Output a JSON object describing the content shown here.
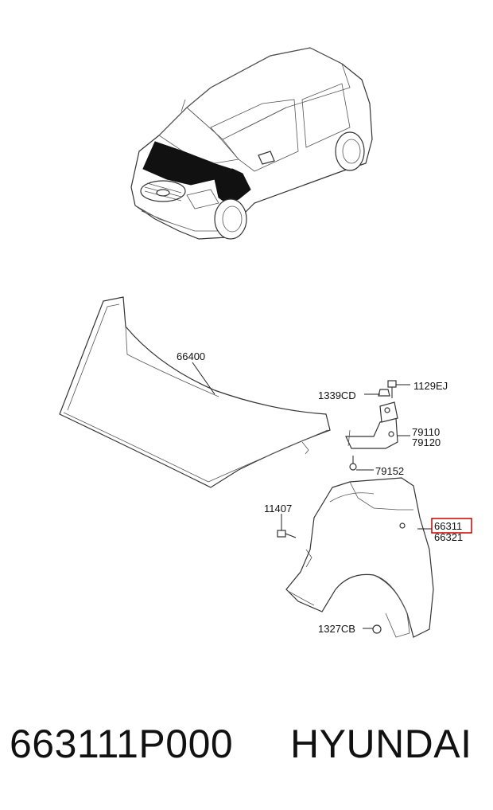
{
  "labels": {
    "hood": "66400",
    "bolt_top": "1129EJ",
    "bolt_left": "1339CD",
    "hinge_lh": "79110",
    "hinge_rh": "79120",
    "hinge_bolt": "79152",
    "screw": "11407",
    "fender_lh": "66311",
    "fender_rh": "66321",
    "nut": "1327CB"
  },
  "highlight_color": "#cc0000",
  "caption": {
    "part_number": "663111P000",
    "brand": "HYUNDAI"
  }
}
